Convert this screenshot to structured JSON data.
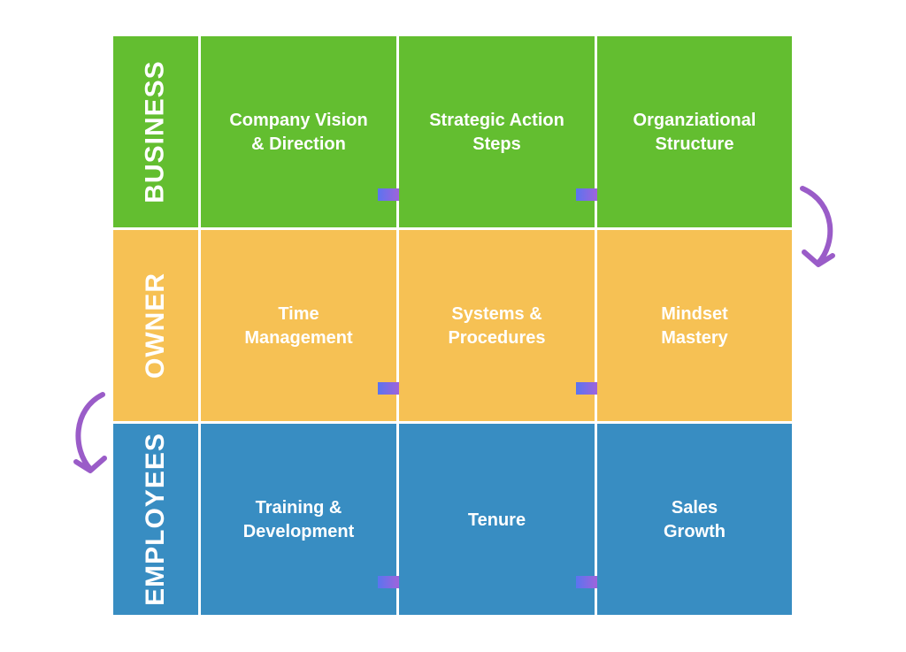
{
  "colors": {
    "business": "#63BE30",
    "owner": "#F6C154",
    "employees": "#388DC2",
    "arrow_start": "#5A74F0",
    "arrow_end": "#E452C6",
    "swoop": "#9A5CC8"
  },
  "rows": [
    {
      "label": "BUSINESS",
      "color": "business",
      "cells": [
        "Company Vision\n& Direction",
        "Strategic Action\nSteps",
        "Organziational\nStructure"
      ]
    },
    {
      "label": "OWNER",
      "color": "owner",
      "cells": [
        "Time\nManagement",
        "Systems &\nProcedures",
        "Mindset\nMastery"
      ]
    },
    {
      "label": "EMPLOYEES",
      "color": "employees",
      "cells": [
        "Training &\nDevelopment",
        "Tenure",
        "Sales\nGrowth"
      ]
    }
  ],
  "icons": {
    "step_arrow": "gradient-right-arrow-icon",
    "row_transition": "curved-down-arrow-icon"
  }
}
